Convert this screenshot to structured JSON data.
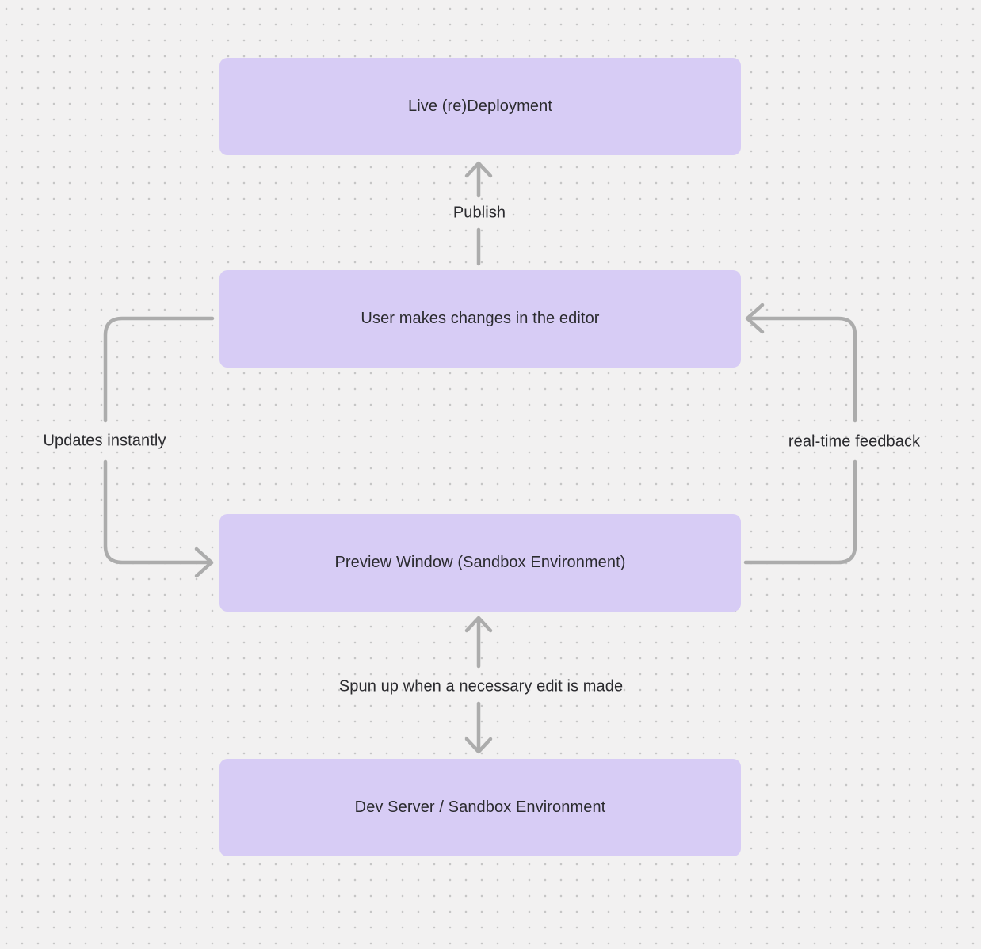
{
  "diagram": {
    "nodes": [
      {
        "id": "live-redeployment",
        "label": "Live (re)Deployment"
      },
      {
        "id": "user-editor",
        "label": "User makes changes in the editor"
      },
      {
        "id": "preview-window",
        "label": "Preview Window (Sandbox Environment)"
      },
      {
        "id": "dev-server",
        "label": "Dev Server / Sandbox Environment"
      }
    ],
    "edge_labels": {
      "publish": "Publish",
      "updates_instantly": "Updates instantly",
      "real_time_feedback": "real-time feedback",
      "spun_up": "Spun up when a necessary edit is made"
    },
    "edges": [
      {
        "from": "user-editor",
        "to": "live-redeployment",
        "label": "Publish",
        "shape": "straight-up-arrow"
      },
      {
        "from": "user-editor",
        "to": "preview-window",
        "label": "Updates instantly",
        "shape": "curved-left-down-arrow"
      },
      {
        "from": "preview-window",
        "to": "user-editor",
        "label": "real-time feedback",
        "shape": "curved-right-up-arrow"
      },
      {
        "from": "preview-window",
        "to": "dev-server",
        "label": "Spun up when a necessary edit is made",
        "shape": "double-vertical-arrows"
      }
    ],
    "colors": {
      "background": "#F2F1F1",
      "dot": "#C6C6C6",
      "node_fill": "#D7CCF5",
      "connector": "#ACACAC",
      "text": "#2B2B2F"
    }
  }
}
